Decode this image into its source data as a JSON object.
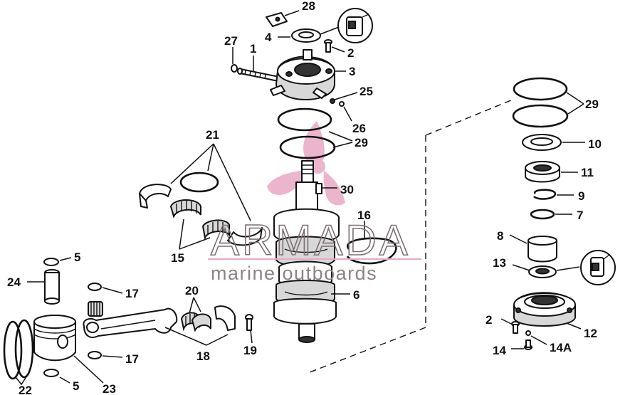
{
  "watermark": {
    "brand": "ARMADA",
    "tagline": "marine outboards",
    "logo_color": "#e8a9c6"
  },
  "callouts": {
    "c1": "1",
    "c2a": "2",
    "c2b": "2",
    "c3": "3",
    "c4": "4",
    "c5a": "5",
    "c5b": "5",
    "c6": "6",
    "c7": "7",
    "c8": "8",
    "c9": "9",
    "c10": "10",
    "c11": "11",
    "c12": "12",
    "c13": "13",
    "c14": "14",
    "c14a": "14A",
    "c15": "15",
    "c16": "16",
    "c17a": "17",
    "c17b": "17",
    "c18": "18",
    "c19": "19",
    "c20": "20",
    "c21": "21",
    "c22": "22",
    "c23": "23",
    "c24": "24",
    "c25": "25",
    "c26": "26",
    "c27": "27",
    "c28": "28",
    "c29a": "29",
    "c29b": "29",
    "c30": "30"
  },
  "icons": [
    "sealant-tube-icon",
    "sealant-tube-icon"
  ]
}
